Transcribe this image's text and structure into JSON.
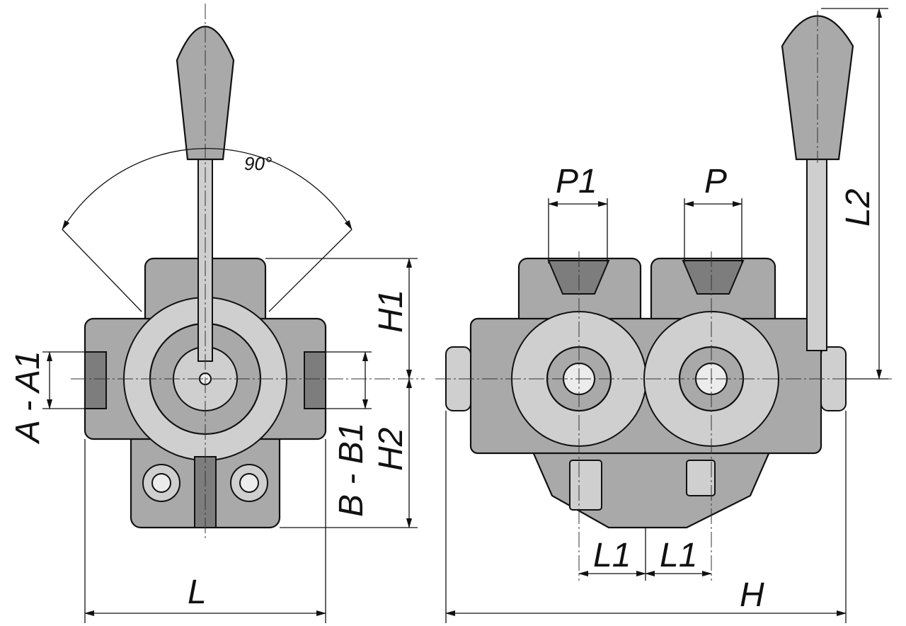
{
  "drawing": {
    "angle_label": "90°",
    "front_view": {
      "height_upper": "H1",
      "height_lower": "H2",
      "port_a": "A - A1",
      "port_b": "B - B1",
      "width": "L"
    },
    "side_view": {
      "port_p1": "P1",
      "port_p": "P",
      "lever_length": "L2",
      "offset_left": "L1",
      "offset_right": "L1",
      "overall_width": "H"
    }
  }
}
